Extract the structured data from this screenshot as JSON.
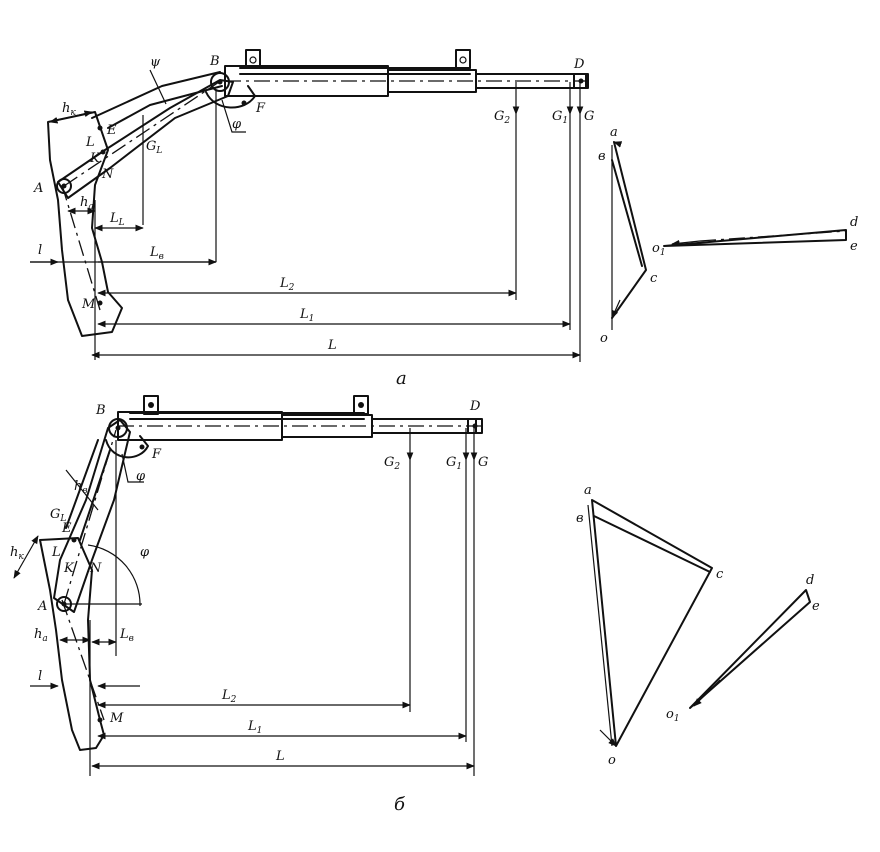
{
  "diagram_a": {
    "caption": "a",
    "points": {
      "A": "A",
      "B": "B",
      "D": "D",
      "E": "E",
      "F": "F",
      "K": "K",
      "L": "L",
      "M": "M",
      "N": "N"
    },
    "forces": {
      "G2": "G",
      "G2_sub": "2",
      "G1": "G",
      "G1_sub": "1",
      "G": "G",
      "Gl": "G",
      "Gl_sub": "L"
    },
    "dims": {
      "hk": "h",
      "hk_sub": "к",
      "ha": "h",
      "ha_sub": "a",
      "Ll": "L",
      "Ll_sub": "L",
      "Lv": "L",
      "Lv_sub": "в",
      "l": "l",
      "L2": "L",
      "L2_sub": "2",
      "L1": "L",
      "L1_sub": "1",
      "L": "L",
      "psi": "ψ",
      "phi": "φ"
    },
    "polygon": {
      "a": "a",
      "v": "в",
      "c": "c",
      "o": "o",
      "o1": "o",
      "o1_sub": "1",
      "d": "d",
      "e": "e"
    }
  },
  "diagram_b": {
    "caption": "б",
    "points": {
      "A": "A",
      "B": "B",
      "D": "D",
      "E": "E",
      "F": "F",
      "K": "K",
      "L": "L",
      "M": "M",
      "N": "N"
    },
    "forces": {
      "G2": "G",
      "G2_sub": "2",
      "G1": "G",
      "G1_sub": "1",
      "G": "G",
      "Gl": "G",
      "Gl_sub": "L"
    },
    "dims": {
      "hk": "h",
      "hk_sub": "к",
      "hv": "h",
      "hv_sub": "в",
      "ha": "h",
      "ha_sub": "a",
      "Lv": "L",
      "Lv_sub": "в",
      "l": "l",
      "L2": "L",
      "L2_sub": "2",
      "L1": "L",
      "L1_sub": "1",
      "L": "L",
      "phi1": "φ",
      "phi2": "φ"
    },
    "polygon": {
      "a": "a",
      "v": "в",
      "c": "c",
      "o": "o",
      "o1": "o",
      "o1_sub": "1",
      "d": "d",
      "e": "e"
    }
  }
}
